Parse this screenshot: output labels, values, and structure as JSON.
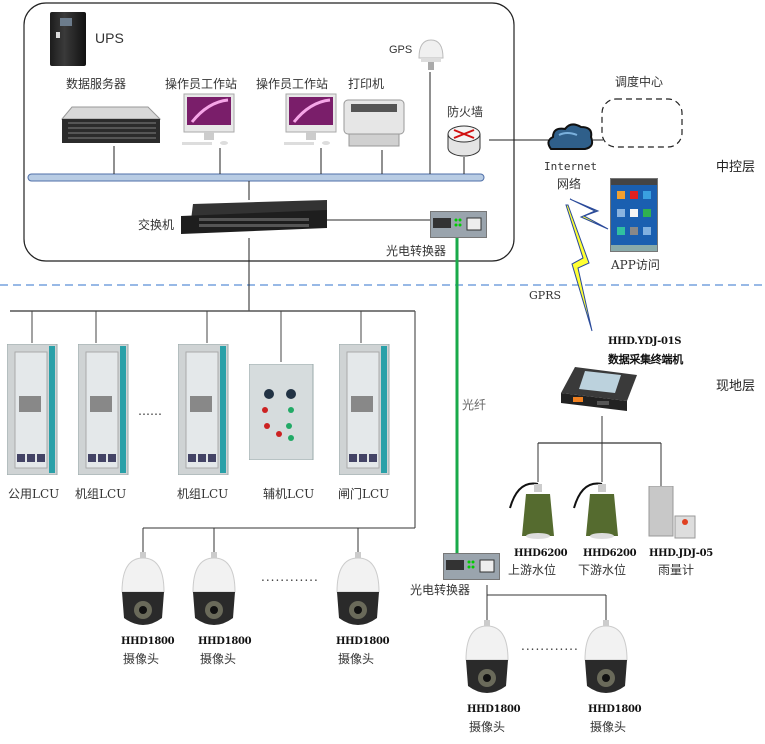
{
  "layers": {
    "control": "中控层",
    "field": "现地层"
  },
  "control_center": {
    "ups": "UPS",
    "data_server": "数据服务器",
    "workstation_1": "操作员工作站",
    "workstation_2": "操作员工作站",
    "printer": "打印机",
    "gps": "GPS",
    "firewall": "防火墙",
    "switch": "交换机",
    "converter_top": "光电转换器"
  },
  "external": {
    "dispatch_center": "调度中心",
    "internet": "Internet",
    "network": "网络",
    "app_access": "APP访问",
    "gprs": "GPRS"
  },
  "fiber_label": "光纤",
  "lcu_units": [
    {
      "label": "公用LCU"
    },
    {
      "label": "机组LCU"
    },
    {
      "label": "机组LCU"
    },
    {
      "label": "辅机LCU"
    },
    {
      "label": "闸门LCU"
    }
  ],
  "ellipsis": "……",
  "terminal": {
    "model": "HHD.YDJ-01S",
    "name": "数据采集终端机"
  },
  "sensors": [
    {
      "model": "HHD6200",
      "name": "上游水位"
    },
    {
      "model": "HHD6200",
      "name": "下游水位"
    },
    {
      "model": "HHD.JDJ-05",
      "name": "雨量计"
    }
  ],
  "cameras_left": [
    {
      "model": "HHD1800",
      "name": "摄像头"
    },
    {
      "model": "HHD1800",
      "name": "摄像头"
    },
    {
      "model": "HHD1800",
      "name": "摄像头"
    }
  ],
  "converter_bottom": "光电转换器",
  "cameras_right": [
    {
      "model": "HHD1800",
      "name": "摄像头"
    },
    {
      "model": "HHD1800",
      "name": "摄像头"
    }
  ],
  "dots": "............",
  "colors": {
    "bus": "#b8cce4",
    "bus_border": "#4f6fa8",
    "layer_divider": "#5b8fd6",
    "fiber": "#1aaa4a",
    "lightning": "#ffff33"
  }
}
